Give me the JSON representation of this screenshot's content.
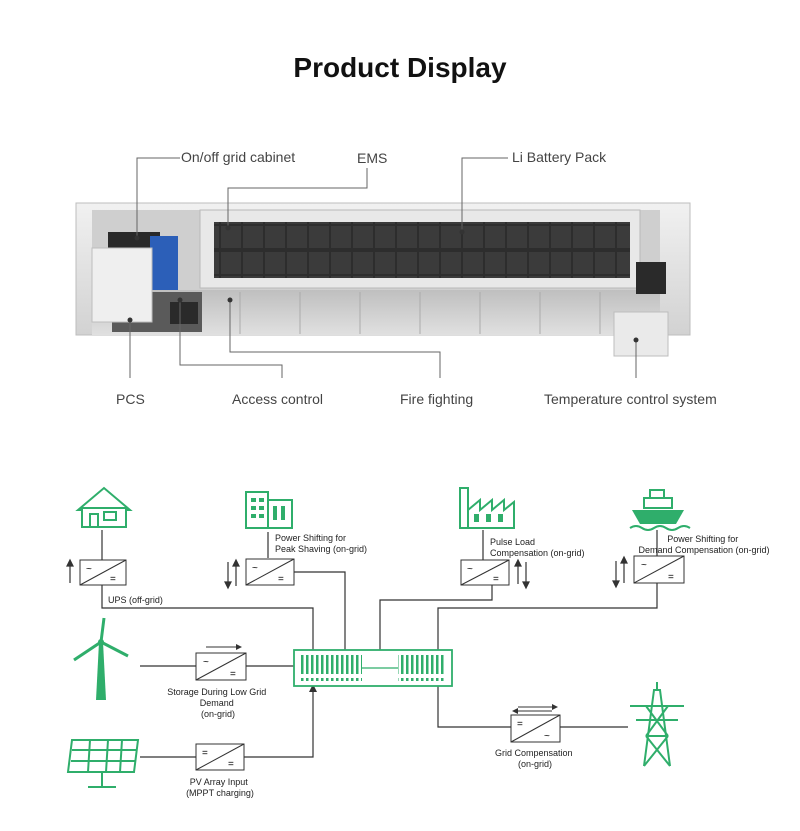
{
  "page": {
    "title": "Product Display"
  },
  "product_callouts": {
    "cabinet": "On/off grid cabinet",
    "ems": "EMS",
    "battery": "Li Battery Pack",
    "pcs": "PCS",
    "access": "Access control",
    "fire": "Fire fighting",
    "temperature": "Temperature control system"
  },
  "system_diagram": {
    "ups_label": "UPS (off-grid)",
    "peak_label": "Power Shifting for\nPeak Shaving (on-grid)",
    "pulse_label": "Pulse Load\nCompensation (on-grid)",
    "demand_label": "Power Shifting for\nDemand Compensation  (on-grid)",
    "wind_label": "Storage During Low Grid\nDemand\n(on-grid)",
    "pv_label": "PV Array Input\n(MPPT charging)",
    "grid_label": "Grid Compensation\n(on-grid)"
  },
  "icons": {
    "house": "house-icon",
    "office": "office-building-icon",
    "factory": "factory-icon",
    "ship": "ship-icon",
    "wind": "wind-turbine-icon",
    "solar": "solar-panel-icon",
    "tower": "transmission-tower-icon",
    "converter": "converter-icon",
    "storage": "battery-storage-icon"
  },
  "colors": {
    "accent_green": "#2fae6b",
    "line": "#333333",
    "callout": "#555555"
  }
}
